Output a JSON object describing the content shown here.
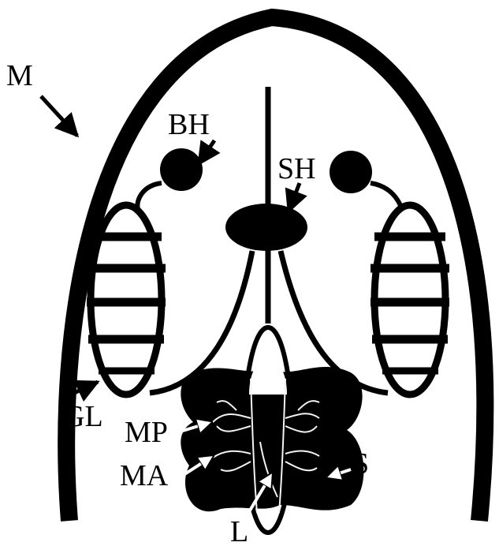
{
  "labels": {
    "M": "M",
    "BH": "BH",
    "SH": "SH",
    "GL": "GL",
    "MP": "MP",
    "MA": "MA",
    "S": "S",
    "L": "L"
  },
  "colors": {
    "ink": "#000000",
    "background": "#ffffff"
  }
}
